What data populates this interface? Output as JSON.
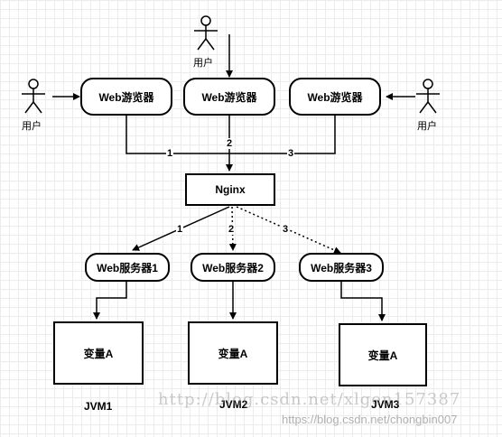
{
  "users": {
    "top": "用户",
    "left": "用户",
    "right": "用户"
  },
  "browsers": [
    "Web游览器",
    "Web游览器",
    "Web游览器"
  ],
  "nginx": "Nginx",
  "servers": [
    "Web服务器1",
    "Web服务器2",
    "Web服务器3"
  ],
  "variables": [
    "变量A",
    "变量A",
    "变量A"
  ],
  "jvms": [
    "JVM1",
    "JVM2",
    "JVM3"
  ],
  "edge_numbers": {
    "upper": [
      "1",
      "2",
      "3"
    ],
    "lower": [
      "1",
      "2",
      "3"
    ]
  },
  "watermark": {
    "main": "http://blog.csdn.net/xlgen157387",
    "url": "https://blog.csdn.net/chongbin007"
  }
}
